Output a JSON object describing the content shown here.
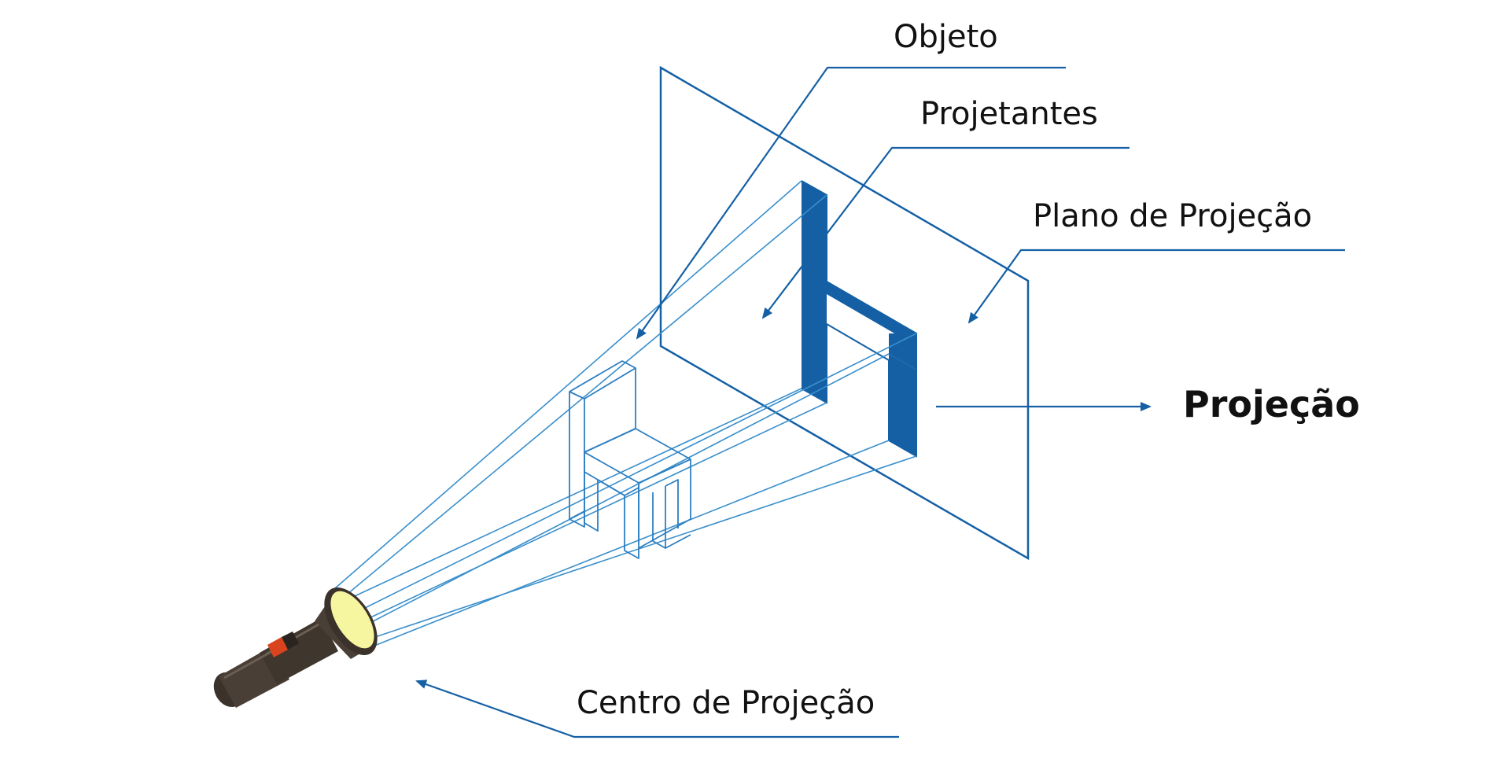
{
  "labels": {
    "objeto": "Objeto",
    "projetantes": "Projetantes",
    "plano": "Plano de Projeção",
    "projecao": "Projeção",
    "centro": "Centro de Projeção"
  },
  "colors": {
    "accent": "#1560a5",
    "projector": "#3a8fcc",
    "text": "#111111",
    "flashlight_body": "#4a3f36",
    "flashlight_lens": "#f7f6a0",
    "flashlight_switch": "#d9431e"
  },
  "icons": {
    "light_source": "flashlight-icon"
  }
}
